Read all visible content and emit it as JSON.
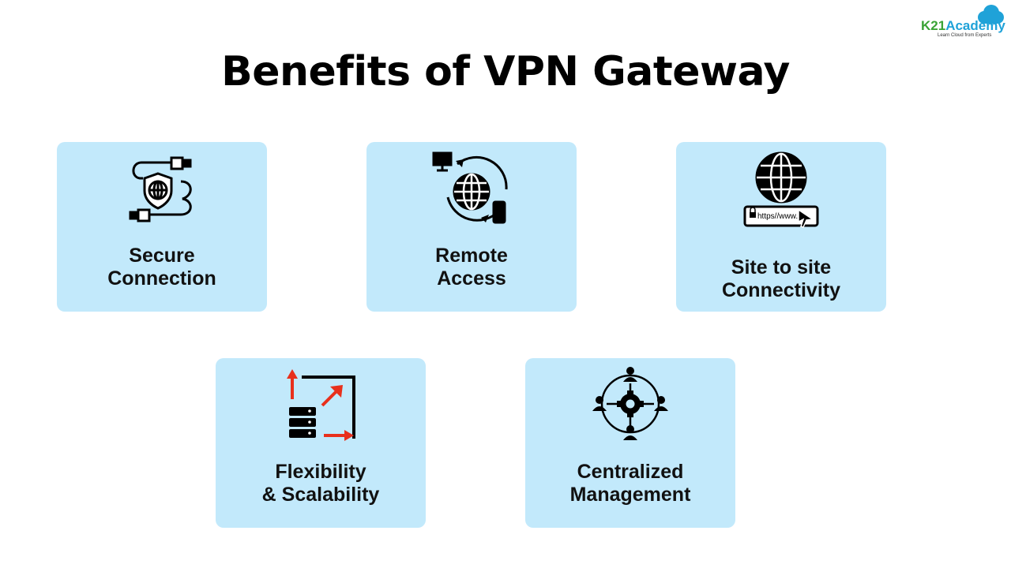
{
  "title": "Benefits of VPN Gateway",
  "brand": {
    "name_part1": "K21",
    "name_part2": "Academy",
    "tagline": "Learn Cloud from Experts",
    "green": "#3aa335",
    "blue": "#1fa2d8"
  },
  "colors": {
    "card_bg": "#c2e9fb",
    "accent_red": "#e8301c"
  },
  "cards": [
    {
      "icon": "secure-connection-icon",
      "line1": "Secure",
      "line2": "Connection"
    },
    {
      "icon": "remote-access-icon",
      "line1": "Remote",
      "line2": "Access"
    },
    {
      "icon": "site-to-site-icon",
      "line1": "Site to site",
      "line2": "Connectivity",
      "url_text": "https//www."
    },
    {
      "icon": "scalability-icon",
      "line1": "Flexibility",
      "line2": "& Scalability"
    },
    {
      "icon": "centralized-management-icon",
      "line1": "Centralized",
      "line2": "Management"
    }
  ]
}
